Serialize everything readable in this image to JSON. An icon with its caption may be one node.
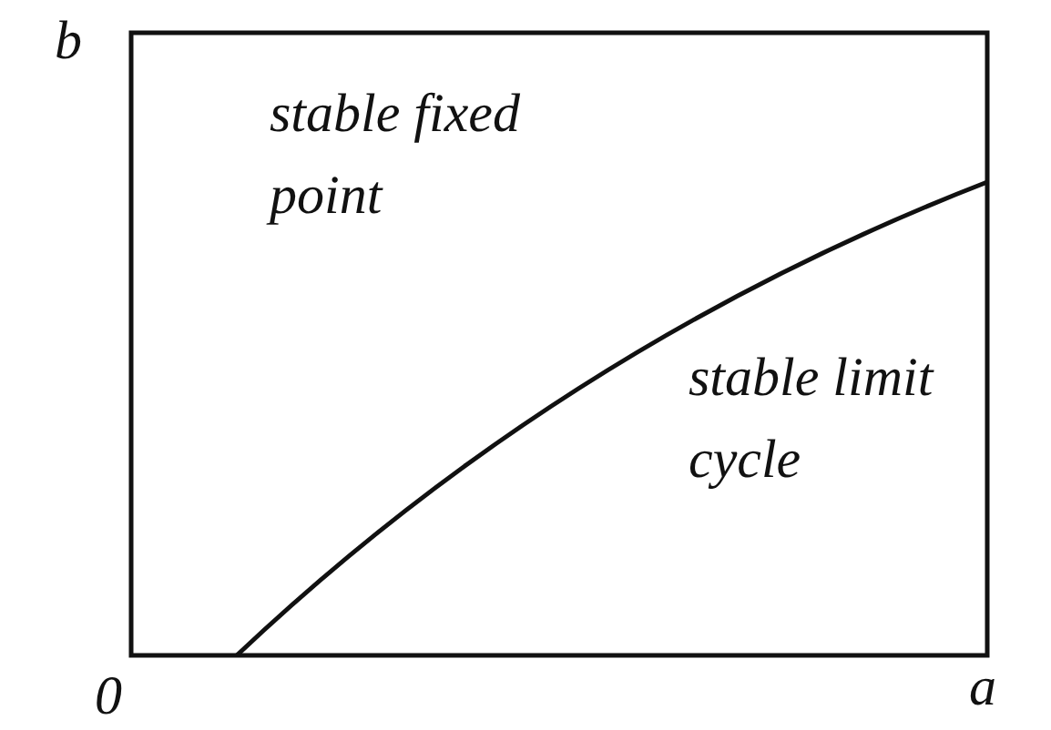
{
  "diagram": {
    "labels": [
      "b",
      "stable fixed point",
      "stable limit cycle",
      "0",
      "a"
    ]
  }
}
